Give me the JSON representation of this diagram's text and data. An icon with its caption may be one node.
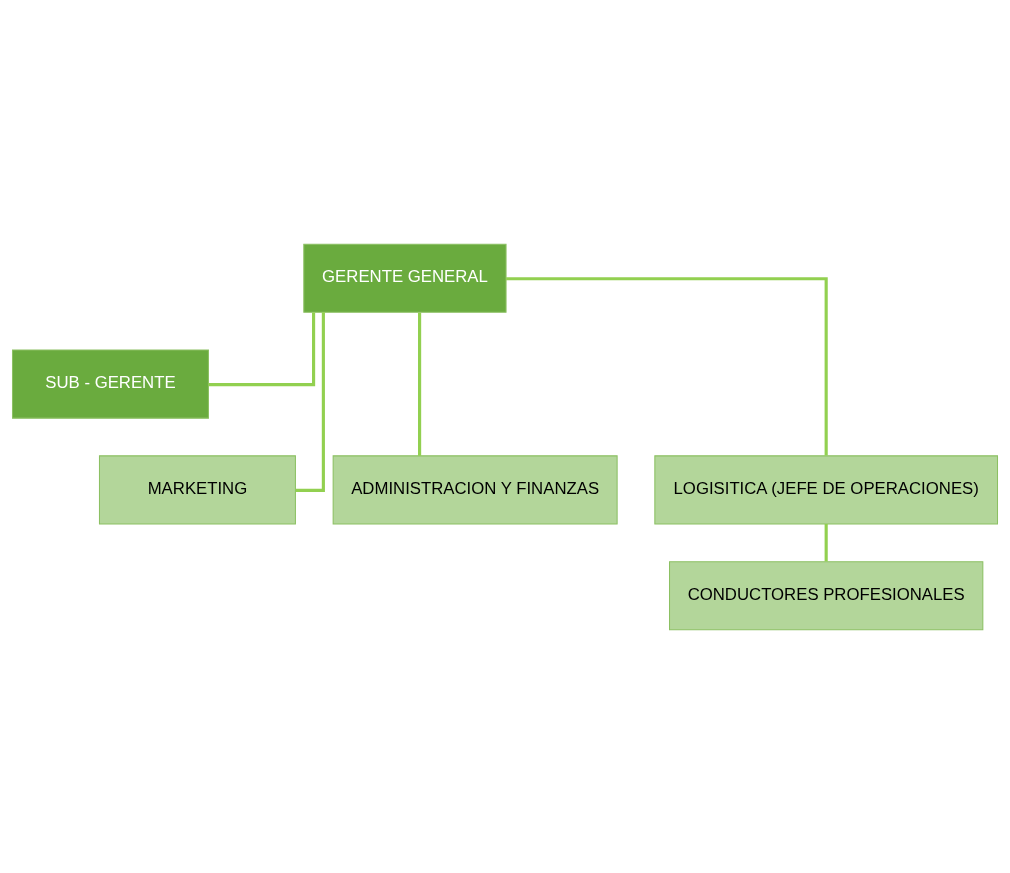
{
  "diagram": {
    "nodes": [
      {
        "text": [
          "GERENTE GENERAL"
        ]
      },
      {
        "text": [
          "SUB - GERENTE"
        ]
      },
      {
        "text": [
          "MARKETING"
        ]
      },
      {
        "text": [
          "ADMINISTRACION Y FINANZAS"
        ]
      },
      {
        "text": [
          "LOGISITICA (JEFE DE OPERACIONES)"
        ]
      },
      {
        "text": [
          "CONDUCTORES PROFESIONALES"
        ]
      }
    ],
    "edges": [
      {
        "from": 0,
        "to": 1,
        "arrow": "none",
        "color": "#92d050"
      },
      {
        "from": 0,
        "to": 2,
        "arrow": "none",
        "color": "#92d050"
      },
      {
        "from": 0,
        "to": 3,
        "arrow": "none",
        "color": "#92d050"
      },
      {
        "from": 0,
        "to": 4,
        "arrow": "none",
        "color": "#92d050"
      },
      {
        "from": 4,
        "to": 5,
        "arrow": "none",
        "color": "#92d050"
      }
    ]
  }
}
